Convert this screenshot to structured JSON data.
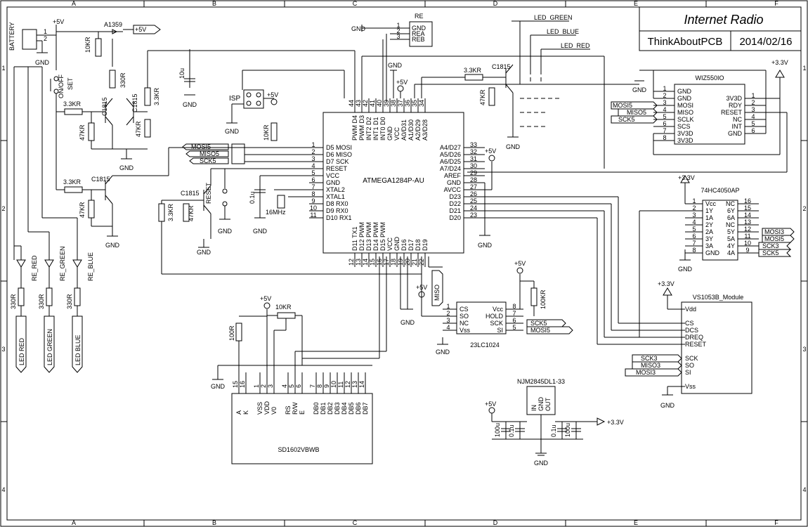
{
  "title_block": {
    "title": "Internet Radio",
    "author": "ThinkAboutPCB",
    "date": "2014/02/16"
  },
  "frame": {
    "columns": [
      "A",
      "B",
      "C",
      "D",
      "E",
      "F"
    ],
    "rows": [
      "1",
      "2",
      "3",
      "4"
    ]
  },
  "power_labels": {
    "plus5v": "+5V",
    "plus3v3": "+3.3V",
    "gnd": "GND"
  },
  "mcu": {
    "name": "ATMEGA1284P-AU",
    "left_pins": [
      {
        "num": "1",
        "label": "D5 MOSI"
      },
      {
        "num": "2",
        "label": "D6 MISO"
      },
      {
        "num": "3",
        "label": "D7 SCK"
      },
      {
        "num": "4",
        "label": "RESET"
      },
      {
        "num": "5",
        "label": "VCC"
      },
      {
        "num": "6",
        "label": "GND"
      },
      {
        "num": "7",
        "label": "XTAL2"
      },
      {
        "num": "8",
        "label": "XTAL1"
      },
      {
        "num": "9",
        "label": "D8 RX0"
      },
      {
        "num": "10",
        "label": "D9 RX0"
      },
      {
        "num": "11",
        "label": "D10 RX1"
      }
    ],
    "right_pins": [
      {
        "num": "33",
        "label": "A4/D27"
      },
      {
        "num": "32",
        "label": "A5/D26"
      },
      {
        "num": "31",
        "label": "A6/D25"
      },
      {
        "num": "30",
        "label": "A7/D24"
      },
      {
        "num": "29",
        "label": "AREF"
      },
      {
        "num": "28",
        "label": "GND"
      },
      {
        "num": "27",
        "label": "AVCC"
      },
      {
        "num": "26",
        "label": "D23"
      },
      {
        "num": "25",
        "label": "D22"
      },
      {
        "num": "24",
        "label": "D21"
      },
      {
        "num": "23",
        "label": "D20"
      }
    ],
    "top_pins": [
      {
        "num": "44",
        "label": "PWM D4"
      },
      {
        "num": "43",
        "label": "PWM D3"
      },
      {
        "num": "42",
        "label": "INT2 D2"
      },
      {
        "num": "41",
        "label": "INT1 D1"
      },
      {
        "num": "40",
        "label": "INT0 D0"
      },
      {
        "num": "39",
        "label": "GND"
      },
      {
        "num": "38",
        "label": "VCC"
      },
      {
        "num": "37",
        "label": "A0/D31"
      },
      {
        "num": "36",
        "label": "A1/D30"
      },
      {
        "num": "35",
        "label": "A2/D29"
      },
      {
        "num": "34",
        "label": "A3/D28"
      }
    ],
    "bottom_pins": [
      {
        "num": "12",
        "label": "D11 TX1"
      },
      {
        "num": "13",
        "label": "D12 PWM"
      },
      {
        "num": "14",
        "label": "D13 PWM"
      },
      {
        "num": "15",
        "label": "D14 PWM"
      },
      {
        "num": "16",
        "label": "D15 PWM"
      },
      {
        "num": "17",
        "label": "VCC"
      },
      {
        "num": "18",
        "label": "GND"
      },
      {
        "num": "19",
        "label": "D16"
      },
      {
        "num": "20",
        "label": "D17"
      },
      {
        "num": "21",
        "label": "D18"
      },
      {
        "num": "22",
        "label": "D19"
      }
    ]
  },
  "wiz": {
    "name": "WIZ550IO",
    "left_pins": [
      {
        "num": "1",
        "label": "GND"
      },
      {
        "num": "2",
        "label": "GND"
      },
      {
        "num": "3",
        "label": "MOSI"
      },
      {
        "num": "4",
        "label": "MISO"
      },
      {
        "num": "5",
        "label": "SCLK"
      },
      {
        "num": "6",
        "label": "SCS"
      },
      {
        "num": "7",
        "label": "3V3D"
      },
      {
        "num": "8",
        "label": "3V3D"
      }
    ],
    "right_pins": [
      {
        "num": "1",
        "label": "3V3D"
      },
      {
        "num": "2",
        "label": "RDY"
      },
      {
        "num": "3",
        "label": "RESET"
      },
      {
        "num": "4",
        "label": "NC"
      },
      {
        "num": "5",
        "label": "INT"
      },
      {
        "num": "6",
        "label": "GND"
      }
    ]
  },
  "hc4050": {
    "name": "74HC4050AP",
    "left_pins": [
      {
        "num": "1",
        "label": "Vcc"
      },
      {
        "num": "2",
        "label": "1Y"
      },
      {
        "num": "3",
        "label": "1A"
      },
      {
        "num": "4",
        "label": "2Y"
      },
      {
        "num": "5",
        "label": "2A"
      },
      {
        "num": "6",
        "label": "3Y"
      },
      {
        "num": "7",
        "label": "3A"
      },
      {
        "num": "8",
        "label": "GND"
      }
    ],
    "right_pins": [
      {
        "num": "16",
        "label": "NC"
      },
      {
        "num": "15",
        "label": "6Y"
      },
      {
        "num": "14",
        "label": "6A"
      },
      {
        "num": "13",
        "label": "NC"
      },
      {
        "num": "12",
        "label": "5Y"
      },
      {
        "num": "11",
        "label": "5A"
      },
      {
        "num": "10",
        "label": "4Y"
      },
      {
        "num": "9",
        "label": "4A"
      }
    ]
  },
  "vs1053": {
    "name": "VS1053B_Module",
    "pins": [
      "Vdd",
      "CS",
      "DCS",
      "DREQ",
      "RESET",
      "SCK",
      "SO",
      "SI",
      "Vss"
    ]
  },
  "sram": {
    "name": "23LC1024",
    "left_pins": [
      {
        "num": "1",
        "label": "CS"
      },
      {
        "num": "2",
        "label": "SO"
      },
      {
        "num": "3",
        "label": "NC"
      },
      {
        "num": "4",
        "label": "Vss"
      }
    ],
    "right_pins": [
      {
        "num": "8",
        "label": "Vcc"
      },
      {
        "num": "7",
        "label": "HOLD"
      },
      {
        "num": "6",
        "label": "SCK"
      },
      {
        "num": "5",
        "label": "SI"
      }
    ]
  },
  "lcd": {
    "name": "SD1602VBWB",
    "pins": [
      {
        "num": "15",
        "label": "A"
      },
      {
        "num": "16",
        "label": "K"
      },
      {
        "num": "1",
        "label": "VSS"
      },
      {
        "num": "2",
        "label": "VDD"
      },
      {
        "num": "3",
        "label": "V0"
      },
      {
        "num": "4",
        "label": "RS"
      },
      {
        "num": "5",
        "label": "R/W"
      },
      {
        "num": "6",
        "label": "E"
      },
      {
        "num": "7",
        "label": "DB0"
      },
      {
        "num": "8",
        "label": "DB1"
      },
      {
        "num": "9",
        "label": "DB2"
      },
      {
        "num": "10",
        "label": "DB3"
      },
      {
        "num": "11",
        "label": "DB4"
      },
      {
        "num": "12",
        "label": "DB5"
      },
      {
        "num": "13",
        "label": "DB6"
      },
      {
        "num": "14",
        "label": "DB7"
      }
    ]
  },
  "regulator": {
    "name": "NJM2845DL1-33",
    "pins": [
      "IN",
      "GND",
      "OUT"
    ],
    "caps": [
      "100u",
      "0.1u",
      "0.1u",
      "100u"
    ]
  },
  "rotary_encoder": {
    "name": "RE",
    "pins": [
      {
        "num": "1",
        "label": "GND"
      },
      {
        "num": "2",
        "label": "REA"
      },
      {
        "num": "3",
        "label": "REB"
      }
    ],
    "led_nets": [
      "LED_GREEN",
      "LED_BLUE",
      "LED_RED"
    ]
  },
  "nets": {
    "mosi5": "MOSI5",
    "miso5": "MISO5",
    "sck5": "SCK5",
    "mosi3": "MOSI3",
    "miso3": "MISO3",
    "sck3": "SCK3",
    "miso": "MISO"
  },
  "parts": {
    "battery": "BATTERY",
    "a1359": "A1359",
    "onoff": "ON/OFF",
    "set": "SET",
    "isp": "ISP",
    "reset_sw": "RESET",
    "crystal": "16MHz",
    "c1815": "C1815",
    "r10k": "10KR",
    "r330": "330R",
    "r33k": "3.3KR",
    "r47k": "47KR",
    "r100k": "100KR",
    "r100": "100R",
    "pot": "10KR",
    "c10u": "10u",
    "c01u": "0.1u",
    "led_red": "RE_RED",
    "led_green": "RE_GREEN",
    "led_blue": "RE_BLUE",
    "led_out_red": "LED RED",
    "led_out_green": "LED GREEN",
    "led_out_blue": "LED BLUE"
  }
}
